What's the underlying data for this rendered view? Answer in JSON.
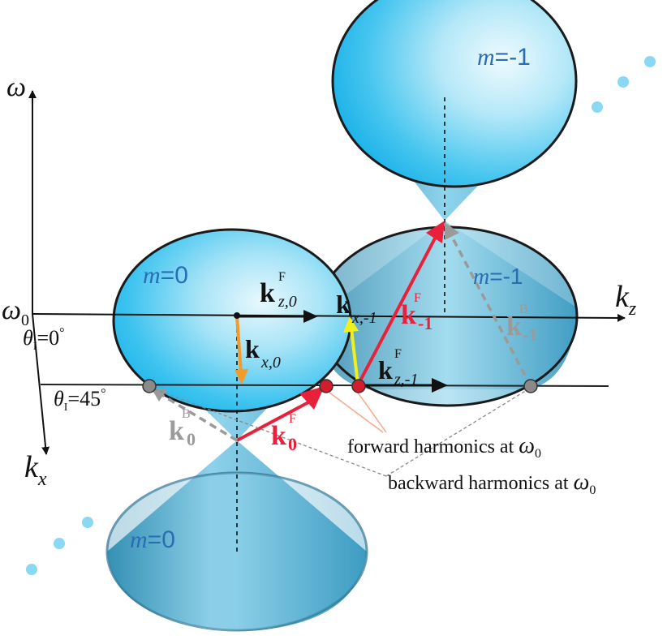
{
  "axes": {
    "omega": "ω",
    "omega0_main": "ω",
    "omega0_sub": "0",
    "kz_main": "k",
    "kz_sub": "z",
    "kx_main": "k",
    "kx_sub": "x"
  },
  "angles": {
    "theta0_main": "θ",
    "theta0_sub": "I",
    "theta0_value": "=0",
    "theta0_deg": "°",
    "theta45_main": "θ",
    "theta45_sub": "I",
    "theta45_value": "=45",
    "theta45_deg": "°"
  },
  "cones": {
    "m0_upper": {
      "main": "m",
      "value": "=0"
    },
    "m0_lower": {
      "main": "m",
      "value": "=0"
    },
    "m1_upper": {
      "main": "m",
      "value": "=-1"
    },
    "m1_lower": {
      "main": "m",
      "value": "=-1"
    }
  },
  "vectors": {
    "kz0": {
      "main": "k",
      "sup": "F",
      "sub": "z,0"
    },
    "kx0": {
      "main": "k",
      "sub": "x,0"
    },
    "kx1": {
      "main": "k",
      "sub": "x,-1"
    },
    "kz1": {
      "main": "k",
      "sup": "F",
      "sub": "z,-1"
    },
    "k1F": {
      "main": "k",
      "sup": "F",
      "sub": "-1"
    },
    "k1B": {
      "main": "k",
      "sup": "B",
      "sub": "-1"
    },
    "k0F": {
      "main": "k",
      "sup": "F",
      "sub": "0"
    },
    "k0B": {
      "main": "k",
      "sup": "B",
      "sub": "0"
    }
  },
  "annotations": {
    "forward_text": "forward harmonics at ",
    "forward_omega": "ω",
    "forward_sub": "0",
    "backward_text": "backward harmonics at ",
    "backward_omega": "ω",
    "backward_sub": "0"
  },
  "colors": {
    "cone_light": "#cdeefa",
    "cone_mid": "#3cc3ef",
    "cone_dark": "#14aee6",
    "cone_lower": "#5fb6d6",
    "ellipse_stroke": "#1a1a1a",
    "red_vector": "#e8203a",
    "orange_vector": "#f59a28",
    "yellow_vector": "#f2ef1e",
    "gray_vector": "#9a9a9a",
    "label_blue": "#2a6db5",
    "label_gray": "#9a9a9a",
    "dot_blue": "#8ad8f4",
    "dot_red": "#d21e2c",
    "dot_gray": "#8a8a8a"
  }
}
